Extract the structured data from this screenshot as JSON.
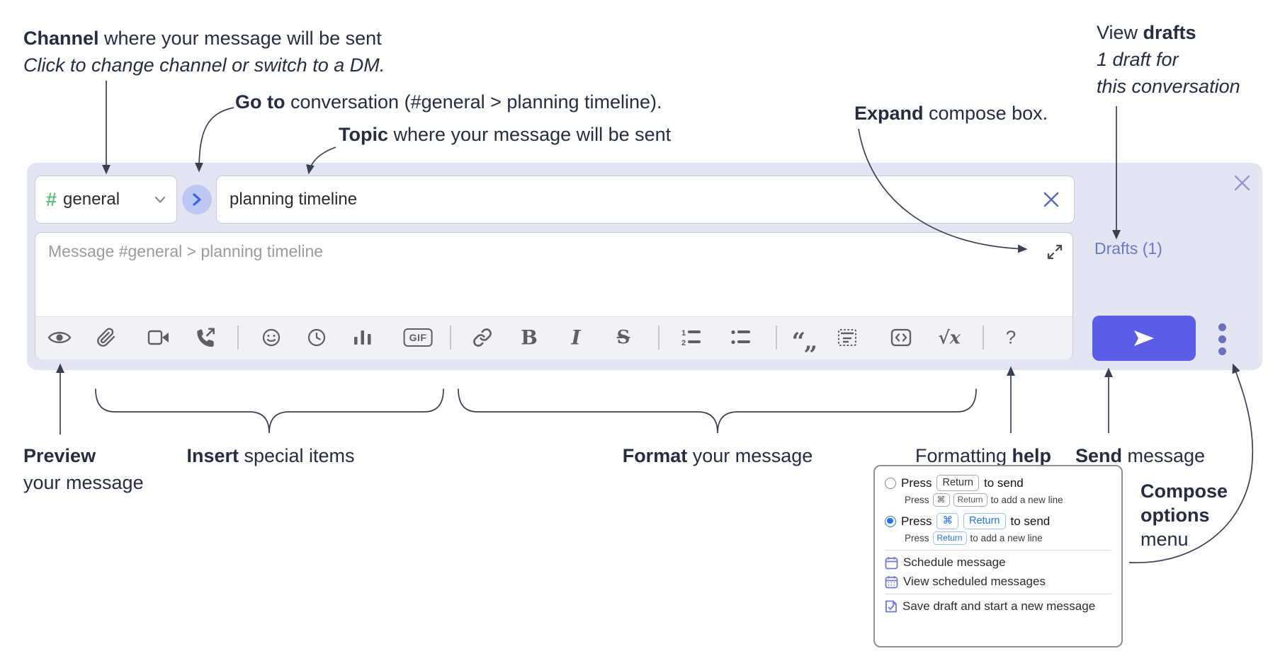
{
  "annotations": {
    "channel": {
      "bold": "Channel",
      "rest": " where your message will be sent",
      "sub": "Click to change channel or switch to a DM."
    },
    "goto": {
      "bold": "Go to",
      "rest": " conversation (#general > planning timeline)."
    },
    "topic": {
      "bold": "Topic",
      "rest": " where your message will be sent"
    },
    "expand": {
      "bold": "Expand",
      "rest": " compose box."
    },
    "view_drafts": {
      "pre": "View ",
      "bold": "drafts",
      "sub1": "1 draft for",
      "sub2": "this conversation"
    },
    "preview": {
      "bold": "Preview",
      "sub": "your message"
    },
    "insert": {
      "bold": "Insert",
      "rest": " special items"
    },
    "format": {
      "bold": "Format",
      "rest": " your message"
    },
    "formatting_help": {
      "pre": "Formatting ",
      "bold": "help"
    },
    "send": {
      "bold": "Send",
      "rest": " message"
    },
    "compose_options": {
      "line1": "Compose",
      "line2": "options",
      "line3": "menu"
    }
  },
  "compose": {
    "channel_hash": "#",
    "channel_name": "general",
    "topic_value": "planning timeline",
    "message_placeholder": "Message #general > planning timeline",
    "drafts_link": "Drafts (1)"
  },
  "toolbar": {
    "glyphs": {
      "gif": "GIF",
      "bold": "B",
      "italic": "I",
      "strikethrough": "S",
      "math": "√x",
      "help": "?",
      "ol_1": "1",
      "ol_2": "2",
      "quote": "“„"
    }
  },
  "options_menu": {
    "enter_sends": {
      "label_pre": "Press",
      "key": "Return",
      "label_post": "to send",
      "sub_pre": "Press",
      "sub_key_cmd": "⌘",
      "sub_key_return": "Return",
      "sub_post": "to add a new line"
    },
    "cmd_enter_sends": {
      "label_pre": "Press",
      "key_cmd": "⌘",
      "key_return": "Return",
      "label_post": "to send",
      "sub_pre": "Press",
      "sub_key_return": "Return",
      "sub_post": "to add a new line"
    },
    "schedule": "Schedule message",
    "view_scheduled": "View scheduled messages",
    "save_draft": "Save draft and start a new message"
  },
  "colors": {
    "accent_send": "#5b5de6",
    "compose_bg": "#e3e5f3",
    "link": "#6b77c9",
    "radio_blue": "#2374e8",
    "hash_green": "#5cc082",
    "menu_icon_purple": "#7379d2"
  }
}
